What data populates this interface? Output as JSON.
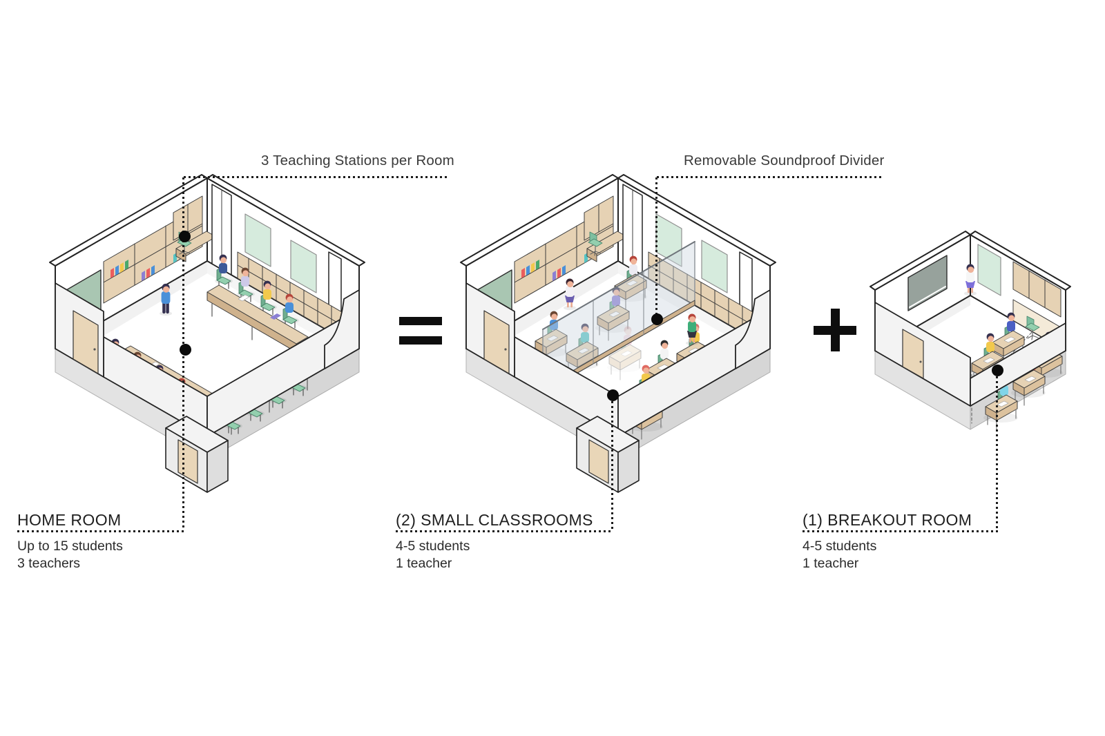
{
  "annotations": {
    "teaching_stations": {
      "label": "3 Teaching Stations per Room"
    },
    "divider": {
      "label": "Removable Soundproof Divider"
    }
  },
  "operators": {
    "equals": "=",
    "plus": "+"
  },
  "rooms": [
    {
      "id": "home-room",
      "title": "HOME ROOM",
      "capacity": "Up to 15 students",
      "staff": "3 teachers"
    },
    {
      "id": "small-classrooms",
      "title": "(2) SMALL CLASSROOMS",
      "capacity": "4-5 students",
      "staff": "1 teacher"
    },
    {
      "id": "breakout-room",
      "title": "(1) BREAKOUT ROOM",
      "capacity": "4-5 students",
      "staff": "1 teacher"
    }
  ],
  "colors": {
    "station_dot": "#0b0b0b",
    "wood": "#e6d2b4",
    "chalkboard_green": "#a9c6b2",
    "whiteboard_green": "#d6ebdd",
    "chair_mint": "#93cfae",
    "leader_line": "#1b1b1b"
  }
}
